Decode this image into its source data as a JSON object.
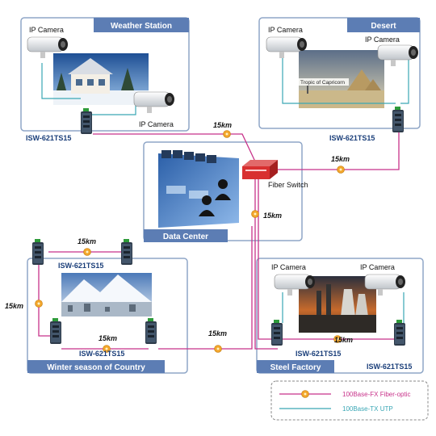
{
  "sites": {
    "weather_station": {
      "title": "Weather Station",
      "camera1": "IP Camera",
      "camera2": "IP Camera",
      "switch_model": "ISW-621TS15"
    },
    "desert": {
      "title": "Desert",
      "camera1": "IP Camera",
      "camera2": "IP Camera",
      "switch_model": "ISW-621TS15",
      "photo_sign": "Tropic of Capricorn"
    },
    "data_center": {
      "title": "Data Center",
      "fiber_switch": "Fiber Switch"
    },
    "winter": {
      "title": "Winter season of Country",
      "switch_model_top": "ISW-621TS15",
      "switch_model_bottom": "ISW-621TS15"
    },
    "steel_factory": {
      "title": "Steel Factory",
      "camera1": "IP Camera",
      "camera2": "IP Camera",
      "switch_model_left": "ISW-621TS15",
      "switch_model_right": "ISW-621TS15"
    }
  },
  "distances": {
    "ws_to_dc": "15km",
    "desert_to_dc": "15km",
    "dc_to_factory": "15km",
    "winter_to_dc": "15km",
    "winter_top": "15km",
    "winter_left": "15km",
    "winter_bottom": "15km",
    "factory_bottom": "15km"
  },
  "legend": {
    "fiber": "100Base-FX Fiber-optic",
    "utp": "100Base-TX UTP"
  },
  "colors": {
    "fiber": "#c8328a",
    "utp": "#3aa7b5",
    "tab": "#5c7db4",
    "frame": "#8fa6c7",
    "connector": "#f2a52a"
  }
}
